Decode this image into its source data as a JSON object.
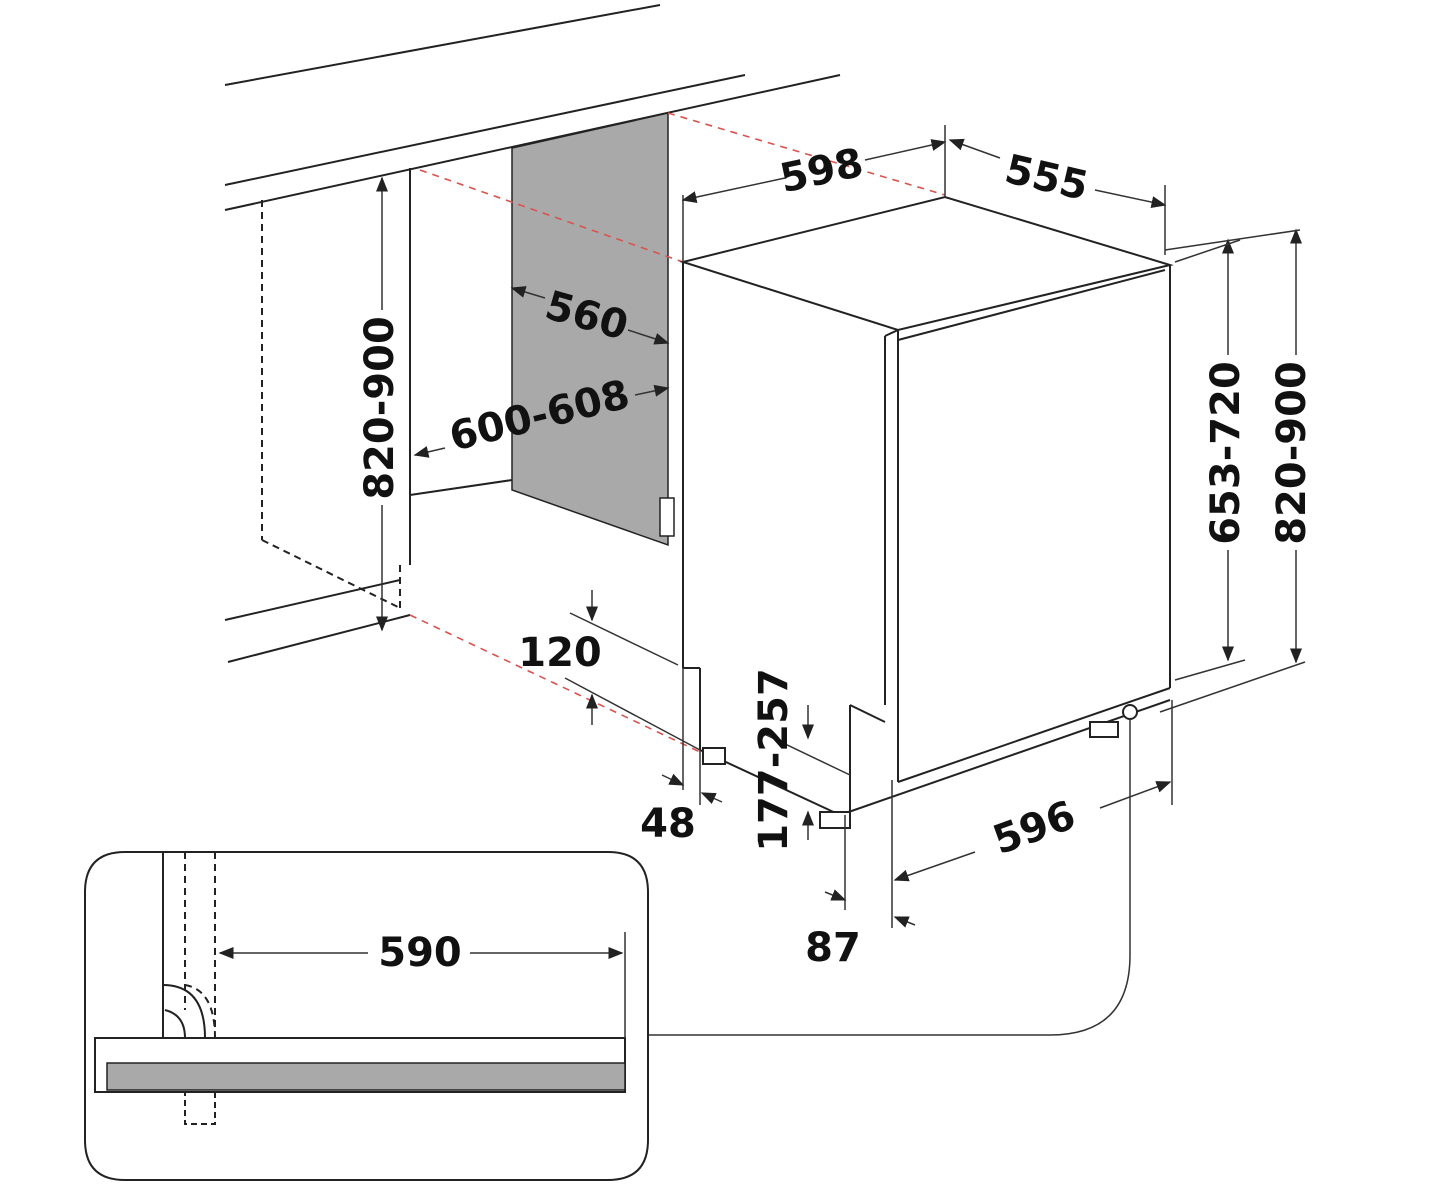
{
  "dimensions": {
    "appliance_width": "598",
    "appliance_depth": "555",
    "niche_depth": "560",
    "niche_width": "600-608",
    "niche_height_left": "820-900",
    "appliance_height": "653-720",
    "niche_height_right": "820-900",
    "plinth_height": "120",
    "door_height_range": "177-257",
    "foot_offset": "48",
    "door_width": "596",
    "door_offset": "87",
    "hinge_clearance": "590"
  },
  "colors": {
    "panel": "#a9a9a9",
    "guide": "#d9534f",
    "line": "#222222"
  }
}
